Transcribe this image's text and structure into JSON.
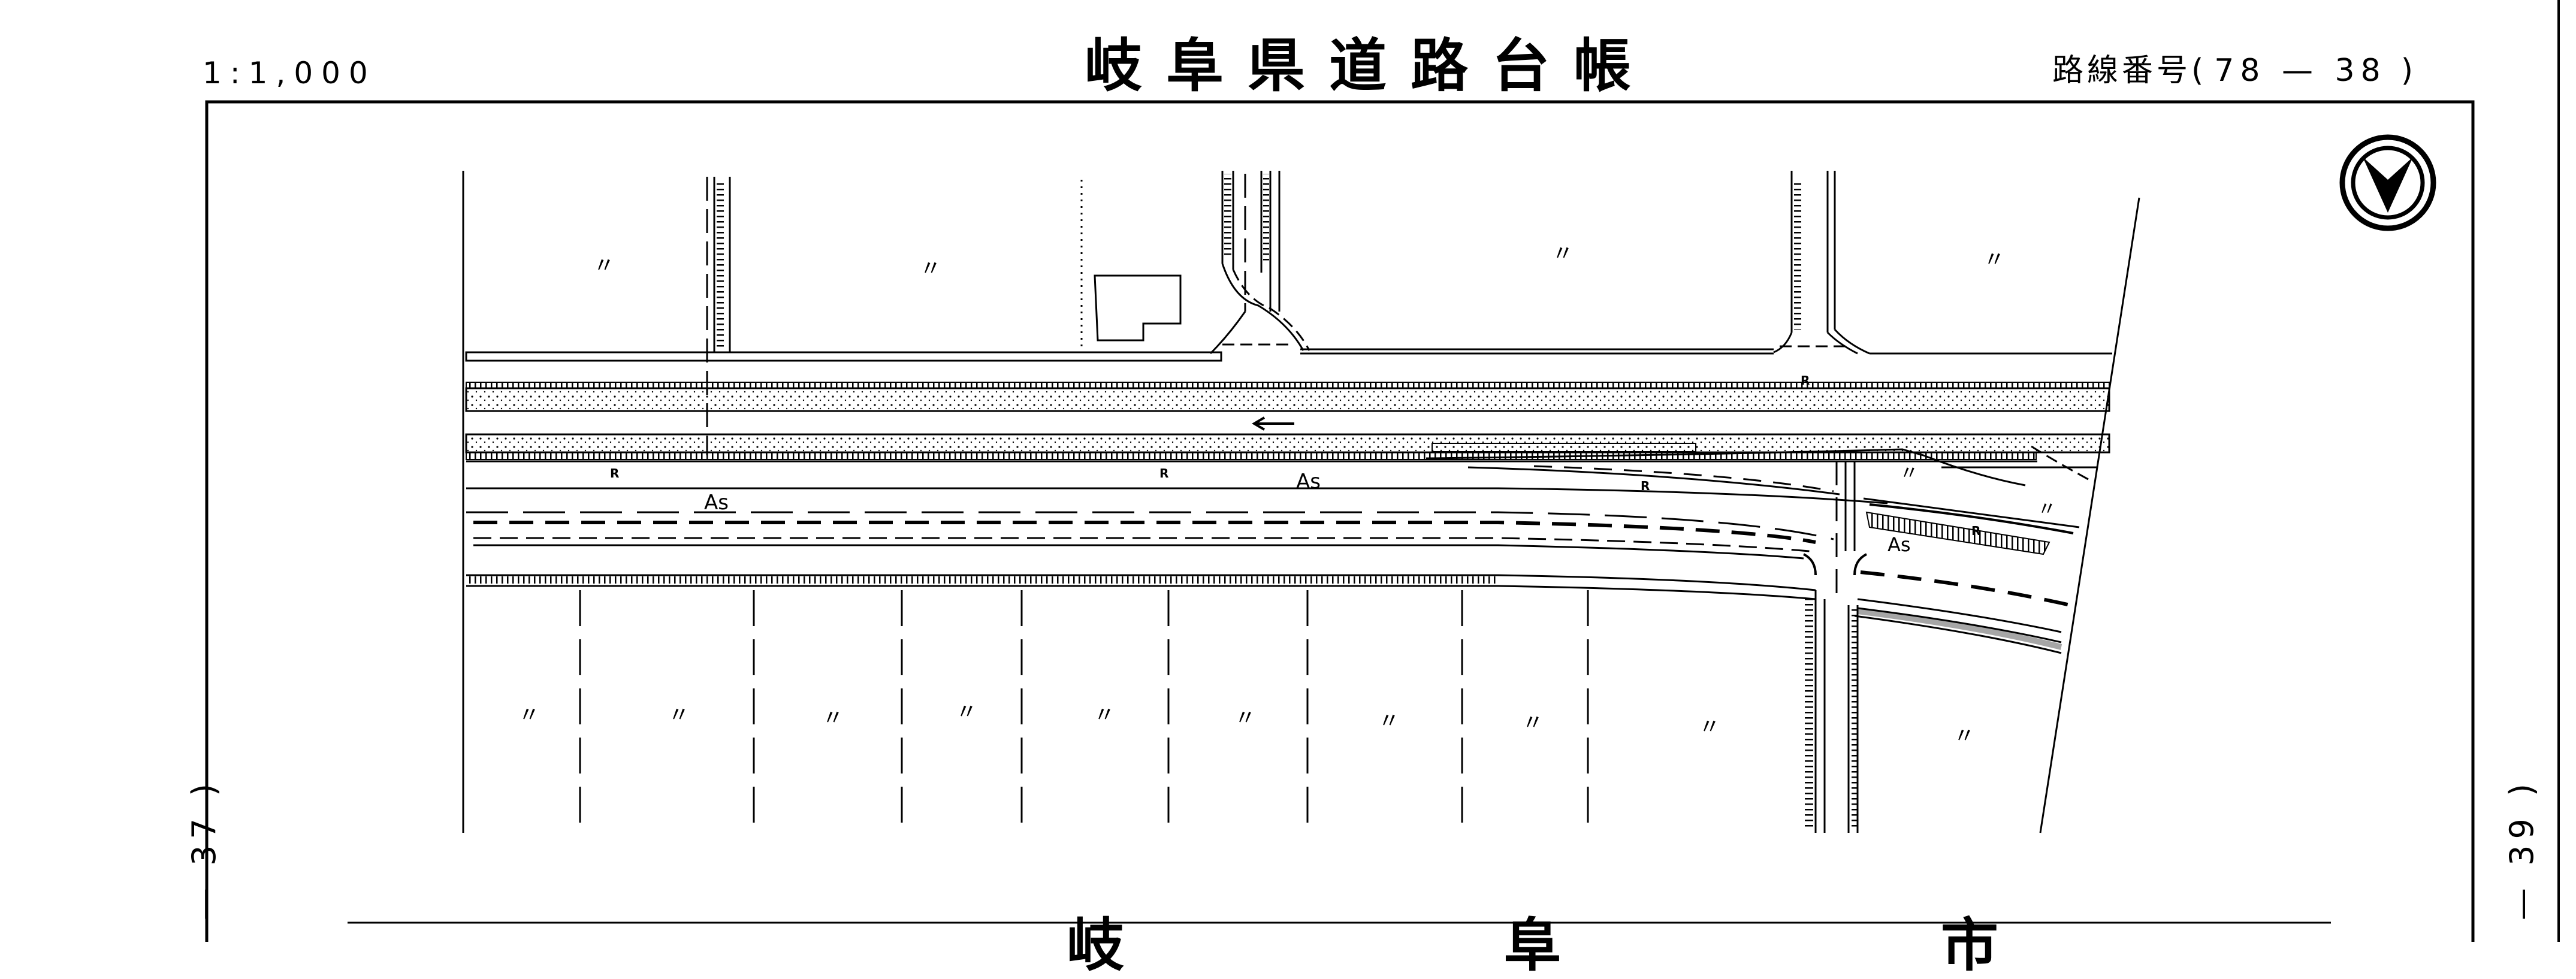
{
  "header": {
    "scale": "1:1,000",
    "title": "岐阜県道路台帳",
    "route_label": "路線番号(",
    "route_value": "78 — 38",
    "route_close": ")"
  },
  "adjacent_sheets": {
    "left": "— 37 )",
    "right": "— 39 )"
  },
  "footer": {
    "municipality": "岐 阜 市"
  },
  "map_labels": {
    "asphalt": "As",
    "retaining": "R",
    "ditto": "〃",
    "north_symbol": "north-arrow"
  }
}
